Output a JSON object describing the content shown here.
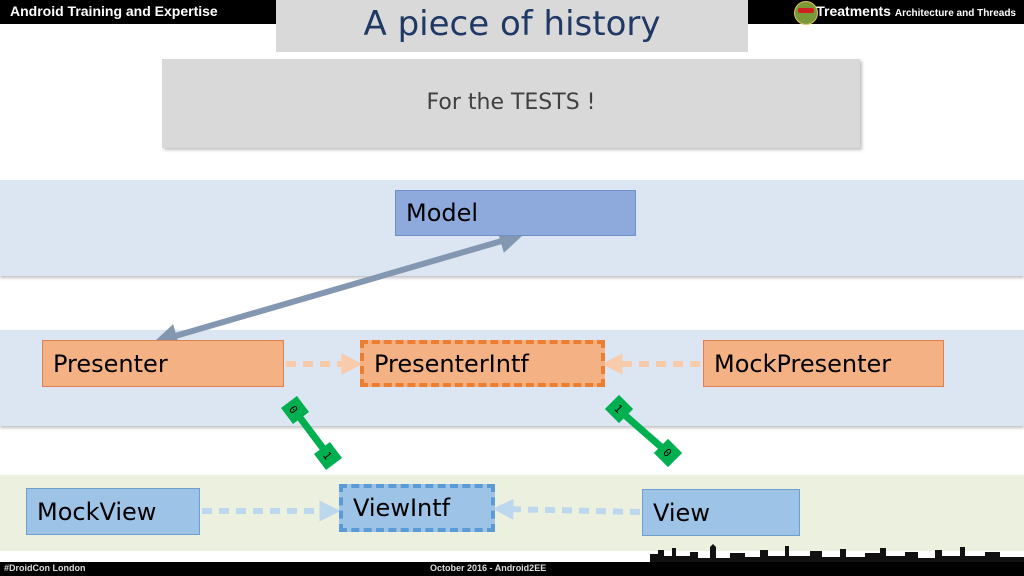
{
  "header": {
    "left_title": "Android Training and Expertise",
    "right_bold": "Treatments",
    "right_small": "Architecture and Threads"
  },
  "slide": {
    "title": "A piece of history",
    "subtitle": "For the TESTS !"
  },
  "diagram": {
    "model": "Model",
    "presenter": "Presenter",
    "presenter_intf": "PresenterIntf",
    "mock_presenter": "MockPresenter",
    "mock_view": "MockView",
    "view_intf": "ViewIntf",
    "view": "View",
    "link_left": {
      "a": "0",
      "b": "1"
    },
    "link_right": {
      "a": "1",
      "b": "0"
    }
  },
  "footer": {
    "left": "#DroidCon London",
    "center": "October 2016 - Android2EE"
  },
  "colors": {
    "presenter_fill": "#f4b183",
    "presenter_border": "#ed7d31",
    "view_fill": "#9dc3e6",
    "view_border": "#5b9bd5",
    "model_fill": "#8ea9db",
    "link_green": "#00b050"
  }
}
